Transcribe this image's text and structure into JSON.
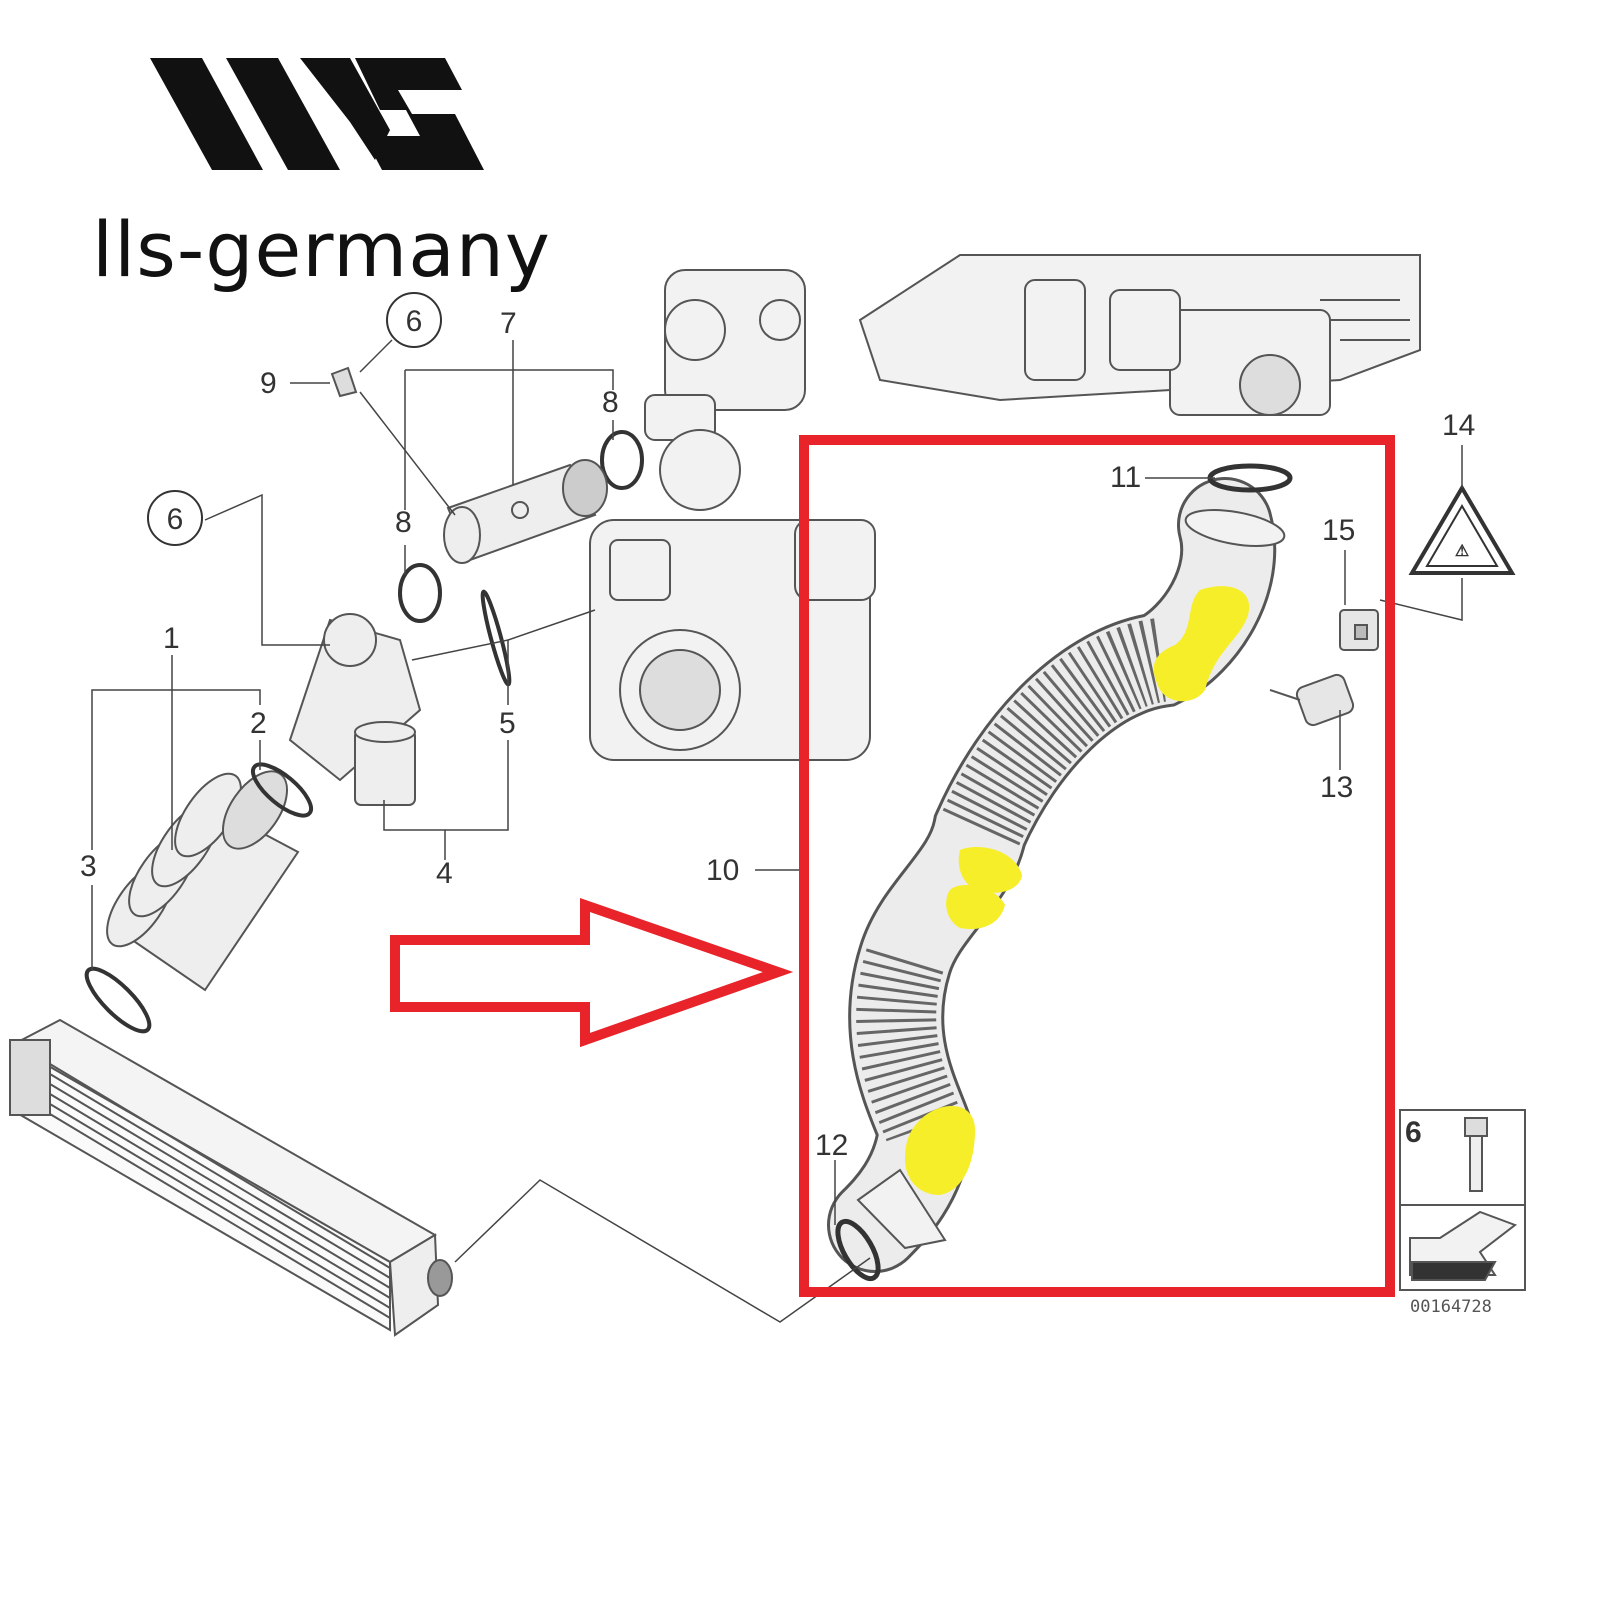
{
  "brand": {
    "name": "lls-germany",
    "logo_letters": "LLS"
  },
  "callouts": {
    "c1": "1",
    "c2": "2",
    "c3": "3",
    "c4": "4",
    "c5": "5",
    "c6a": "6",
    "c6b": "6",
    "c7": "7",
    "c8a": "8",
    "c8b": "8",
    "c9": "9",
    "c10": "10",
    "c11": "11",
    "c12": "12",
    "c13": "13",
    "c14": "14",
    "c15": "15",
    "c6box": "6"
  },
  "diagram_ref": "00164728",
  "highlight": {
    "box_color": "#e8232a",
    "arrow_color": "#e8232a",
    "mark_color": "#f7ee2a"
  }
}
